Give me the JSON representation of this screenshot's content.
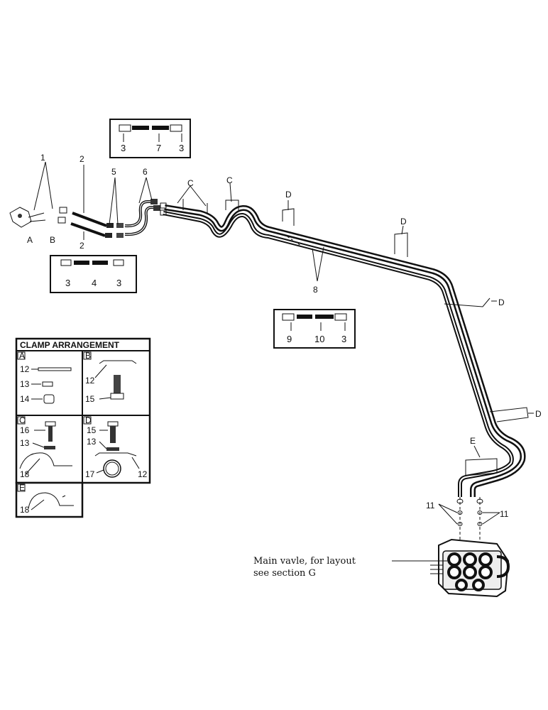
{
  "callouts": {
    "c1": "1",
    "c2_top": "2",
    "c2_bottom": "2",
    "c5": "5",
    "c6": "6",
    "c8": "8",
    "c11_left": "11",
    "c11_right": "11",
    "A": "A",
    "B": "B",
    "C1": "C",
    "C2": "C",
    "D1": "D",
    "D2": "D",
    "D3": "D",
    "D4": "D",
    "E": "E"
  },
  "hose_box_top": {
    "left": "3",
    "mid": "7",
    "right": "3"
  },
  "hose_box_left": {
    "left": "3",
    "mid": "4",
    "right": "3"
  },
  "hose_box_right": {
    "left": "9",
    "mid": "10",
    "right": "3"
  },
  "clamp_table": {
    "title": "CLAMP ARRANGEMENT",
    "cell_A": {
      "letter": "A",
      "parts": [
        "12",
        "13",
        "14"
      ]
    },
    "cell_B": {
      "letter": "B",
      "parts": [
        "12",
        "15"
      ]
    },
    "cell_C": {
      "letter": "C",
      "parts": [
        "16",
        "13",
        "18"
      ]
    },
    "cell_D": {
      "letter": "D",
      "parts": [
        "15",
        "13",
        "17",
        "12"
      ]
    },
    "cell_E": {
      "letter": "E",
      "parts": [
        "18"
      ]
    }
  },
  "valve_note": {
    "line1": "Main vavle, for layout",
    "line2": "see section G"
  }
}
